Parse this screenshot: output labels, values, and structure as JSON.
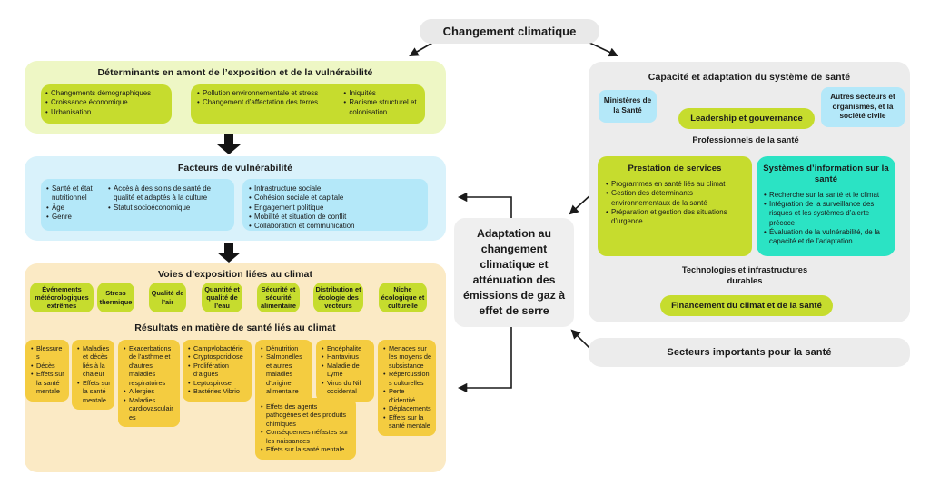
{
  "colors": {
    "green": "#c6dc2e",
    "lightgreen": "#eef7c5",
    "bluelight": "#d9f2fb",
    "blue": "#b4e8f9",
    "teal": "#2be3c4",
    "yellow": "#f4cc40",
    "cream": "#fbeac5",
    "gray": "#ececec",
    "ink": "#1a1a1a"
  },
  "climate_change": "Changement climatique",
  "determinants": {
    "title": "Déterminants en amont de l’exposition et de la vulnérabilité",
    "box1": [
      "Changements démographiques",
      "Croissance économique",
      "Urbanisation"
    ],
    "box2_col1": [
      "Pollution environnementale et stress",
      "Changement d’affectation des terres"
    ],
    "box2_col2": [
      "Iniquités",
      "Racisme structurel et colonisation"
    ]
  },
  "vulnerability": {
    "title": "Facteurs de vulnérabilité",
    "box1_col1": [
      "Santé et état nutritionnel",
      "Âge",
      "Genre"
    ],
    "box1_col2": [
      "Accès à des soins de santé de qualité et adaptés à la culture",
      "Statut socioéconomique"
    ],
    "box2": [
      "Infrastructure sociale",
      "Cohésion sociale et capitale",
      "Engagement politique",
      "Mobilité et situation de conflit",
      "Collaboration et communication"
    ]
  },
  "exposure": {
    "title": "Voies d’exposition liées au climat",
    "pathways": [
      "Événements météorologiques extrêmes",
      "Stress thermique",
      "Qualité de l’air",
      "Quantité et qualité de l’eau",
      "Sécurité et sécurité alimentaire",
      "Distribution et écologie des vecteurs",
      "Niche écologique et culturelle"
    ]
  },
  "outcomes": {
    "title": "Résultats en matière de santé liés au climat",
    "col1": [
      "Blessures",
      "Décès",
      "Effets sur la santé mentale"
    ],
    "col2": [
      "Maladies et décès liés à la chaleur",
      "Effets sur la santé mentale"
    ],
    "col3": [
      "Exacerbations de l’asthme et d’autres maladies respiratoires",
      "Allergies",
      "Maladies cardiovasculaires"
    ],
    "col4": [
      "Campylobactérie",
      "Cryptosporidiose",
      "Prolifération d’algues",
      "Leptospirose",
      "Bactéries Vibrio"
    ],
    "col5a": [
      "Dénutrition",
      "Salmonelles et autres maladies d’origine alimentaire"
    ],
    "col5b": [
      "Effets des agents pathogènes et des produits chimiques",
      "Conséquences néfastes sur les naissances",
      "Effets sur la santé mentale"
    ],
    "col6": [
      "Encéphalite",
      "Hantavirus",
      "Maladie de Lyme",
      "Virus du Nil occidental"
    ],
    "col7": [
      "Menaces sur les moyens de subsistance",
      "Répercussions culturelles",
      "Perte d’identité",
      "Déplacements",
      "Effets sur la santé mentale"
    ]
  },
  "adaptation": {
    "text": "Adaptation au changement climatique et atténuation des émissions de gaz à effet de serre"
  },
  "capacity": {
    "title": "Capacité et adaptation du système de santé",
    "ministries": "Ministères de la Santé",
    "leadership": "Leadership et gouvernance",
    "other_sectors": "Autres secteurs et organismes, et la société civile",
    "professionals": "Professionnels de la santé",
    "services": {
      "title": "Prestation de services",
      "items": [
        "Programmes en santé liés au climat",
        "Gestion des déterminants environnementaux de la santé",
        "Préparation et gestion des situations d’urgence"
      ]
    },
    "info_systems": {
      "title": "Systèmes d’information sur la santé",
      "items": [
        "Recherche sur la santé et le climat",
        "Intégration de la surveillance des risques et les systèmes d’alerte précoce",
        "Évaluation de la vulnérabilité, de la capacité et de l’adaptation"
      ]
    },
    "technologies": "Technologies et infrastructures durables",
    "financing": "Financement du climat et de la santé"
  },
  "sectors": {
    "title": "Secteurs importants pour la santé"
  }
}
